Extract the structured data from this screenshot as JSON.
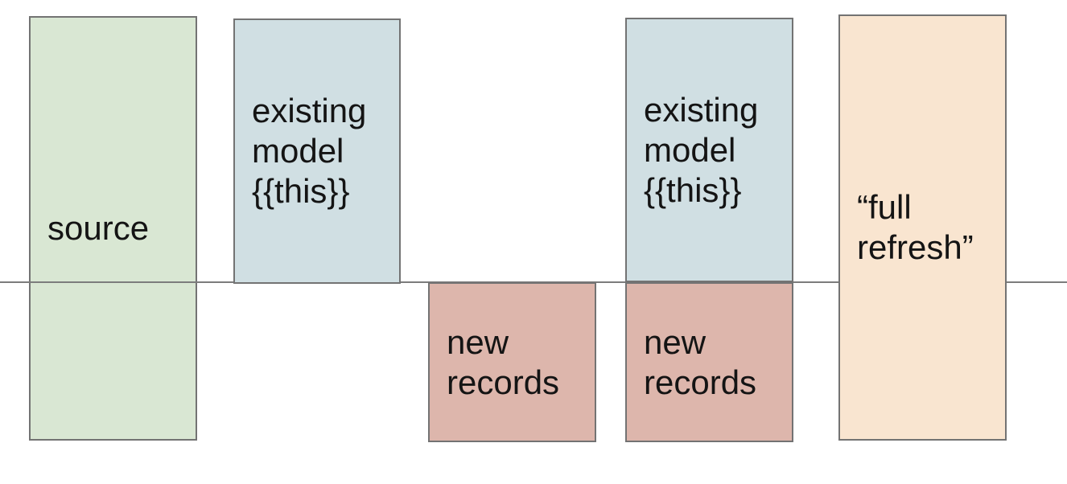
{
  "diagram": {
    "background_color": "#ffffff",
    "border_color": "#737373",
    "text_color": "#141414",
    "divider_line": {
      "color": "#7c7c7c",
      "orientation": "horizontal"
    },
    "boxes": [
      {
        "id": "source",
        "label": "source",
        "fill_color": "#d9e7d3"
      },
      {
        "id": "existing-model-1",
        "label": "existing\nmodel\n{{this}}",
        "fill_color": "#d0dfe3"
      },
      {
        "id": "new-records-1",
        "label": "new\nrecords",
        "fill_color": "#ddb6ac"
      },
      {
        "id": "existing-model-2",
        "label": "existing\nmodel\n{{this}}",
        "fill_color": "#d0dfe3"
      },
      {
        "id": "new-records-2",
        "label": "new\nrecords",
        "fill_color": "#ddb6ac"
      },
      {
        "id": "full-refresh",
        "label": "“full\nrefresh”",
        "fill_color": "#f9e5d0"
      }
    ]
  }
}
